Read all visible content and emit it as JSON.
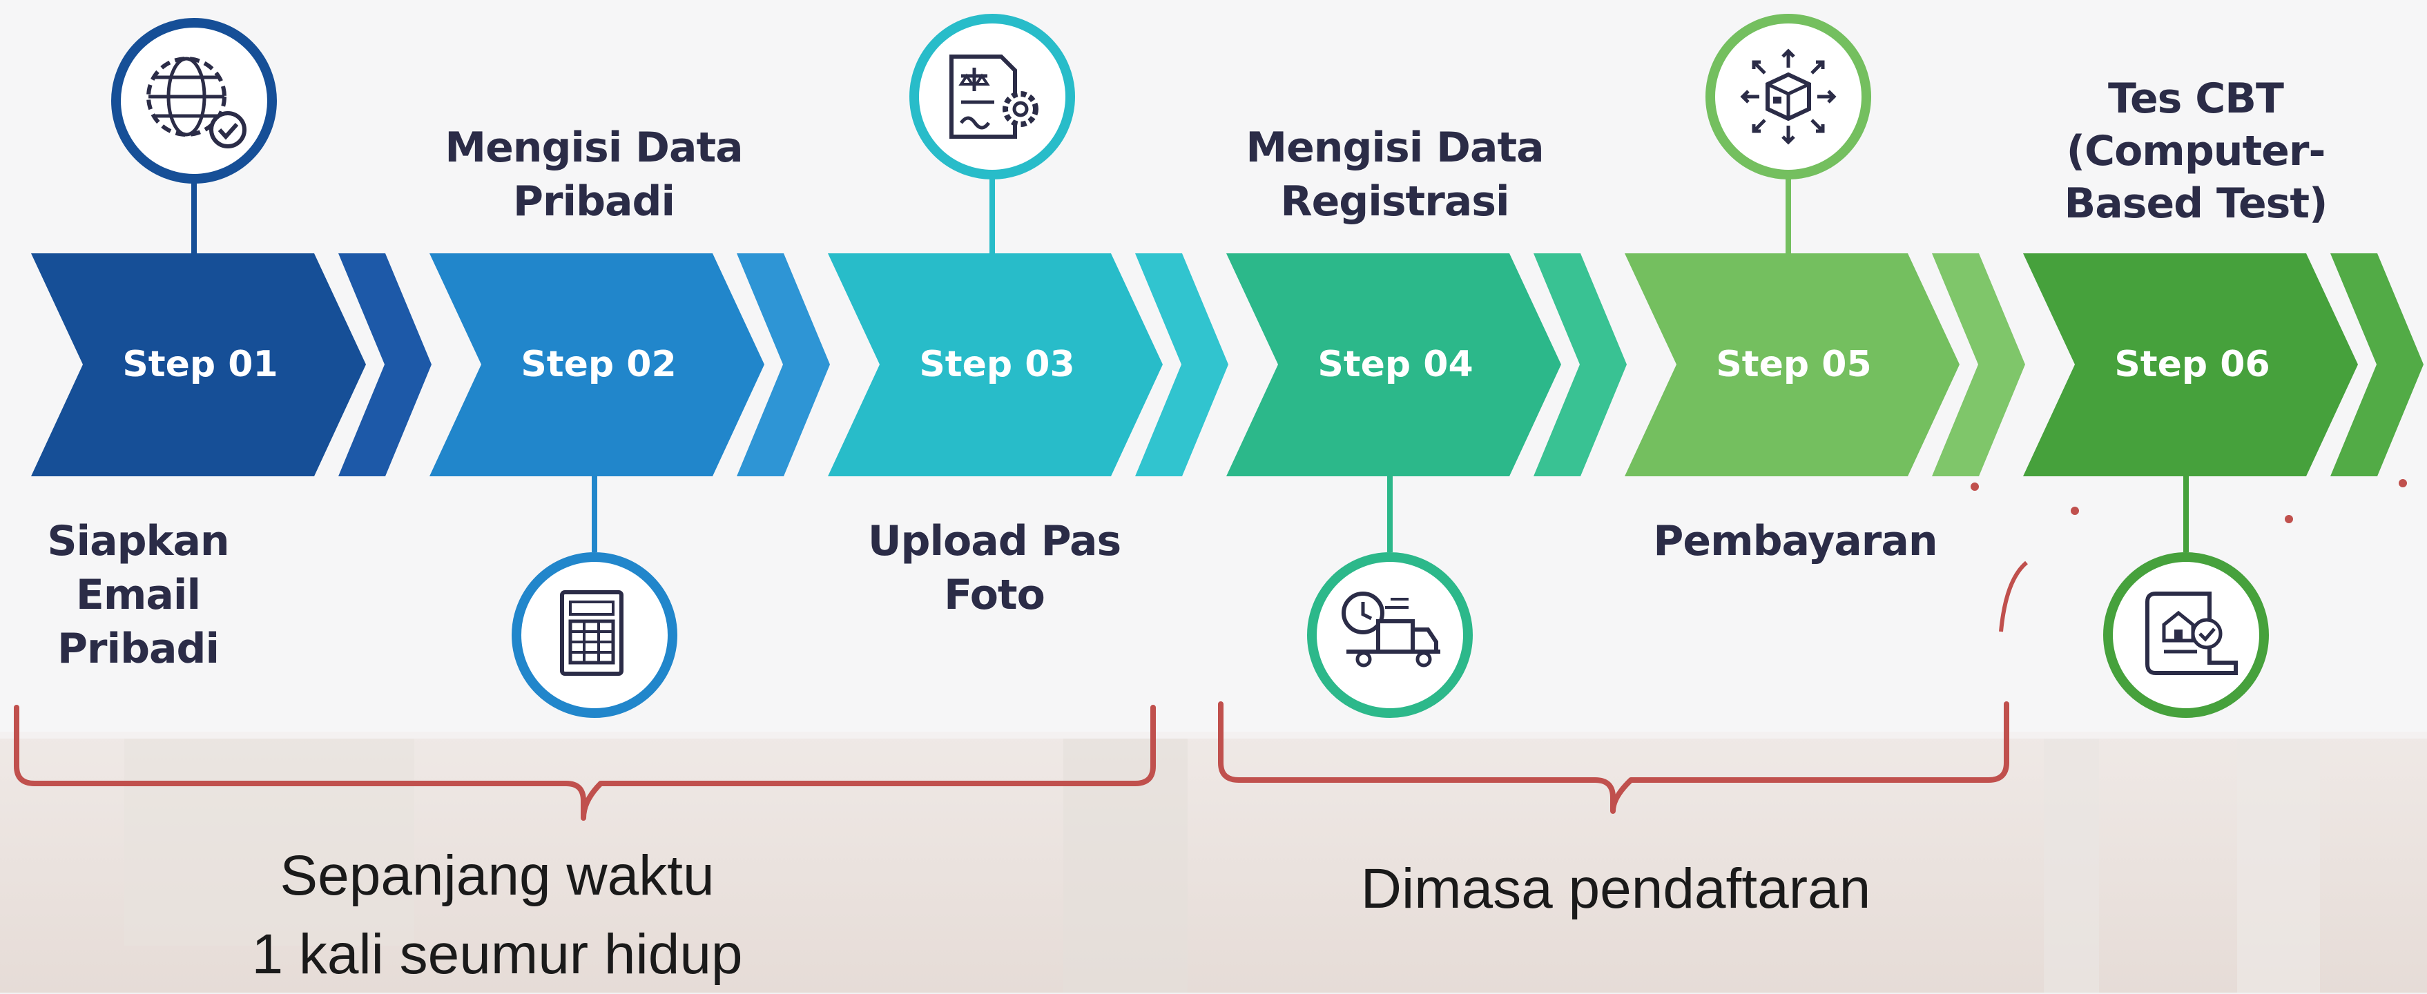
{
  "steps": [
    {
      "label": "Step 01",
      "title": "Siapkan Email Pribadi",
      "icon": "globe-check-icon",
      "color": "#164f97",
      "color_light": "#1d59a8"
    },
    {
      "label": "Step 02",
      "title": "Mengisi Data Pribadi",
      "icon": "document-form-icon",
      "color": "#2186cb",
      "color_light": "#2e95d5"
    },
    {
      "label": "Step 03",
      "title": "Upload Pas Foto",
      "icon": "document-gear-icon",
      "color": "#28bcc9",
      "color_light": "#31c4cf"
    },
    {
      "label": "Step 04",
      "title": "Mengisi Data Registrasi",
      "icon": "delivery-truck-icon",
      "color": "#2cb88a",
      "color_light": "#39c293"
    },
    {
      "label": "Step 05",
      "title": "Pembayaran",
      "icon": "package-arrows-icon",
      "color": "#74bf5f",
      "color_light": "#7fc66a"
    },
    {
      "label": "Step 06",
      "title": "Tes CBT (Computer-Based Test)",
      "icon": "certificate-home-icon",
      "color": "#46a13c",
      "color_light": "#52ab46"
    }
  ],
  "title_lines": {
    "step1": [
      "Siapkan Email",
      "Pribadi"
    ],
    "step2": [
      "Mengisi Data",
      "Pribadi"
    ],
    "step3": [
      "Upload Pas",
      "Foto"
    ],
    "step4": [
      "Mengisi Data",
      "Registrasi"
    ],
    "step5": [
      "Pembayaran"
    ],
    "step6": [
      "Tes CBT",
      "(Computer-",
      "Based Test)"
    ]
  },
  "groups": [
    {
      "caption_line1": "Sepanjang waktu",
      "caption_line2": "1 kali seumur hidup"
    },
    {
      "caption_line1": "Dimasa pendaftaran"
    }
  ],
  "colors": {
    "bracket": "#c0504d",
    "title_text": "#2b2c47"
  }
}
